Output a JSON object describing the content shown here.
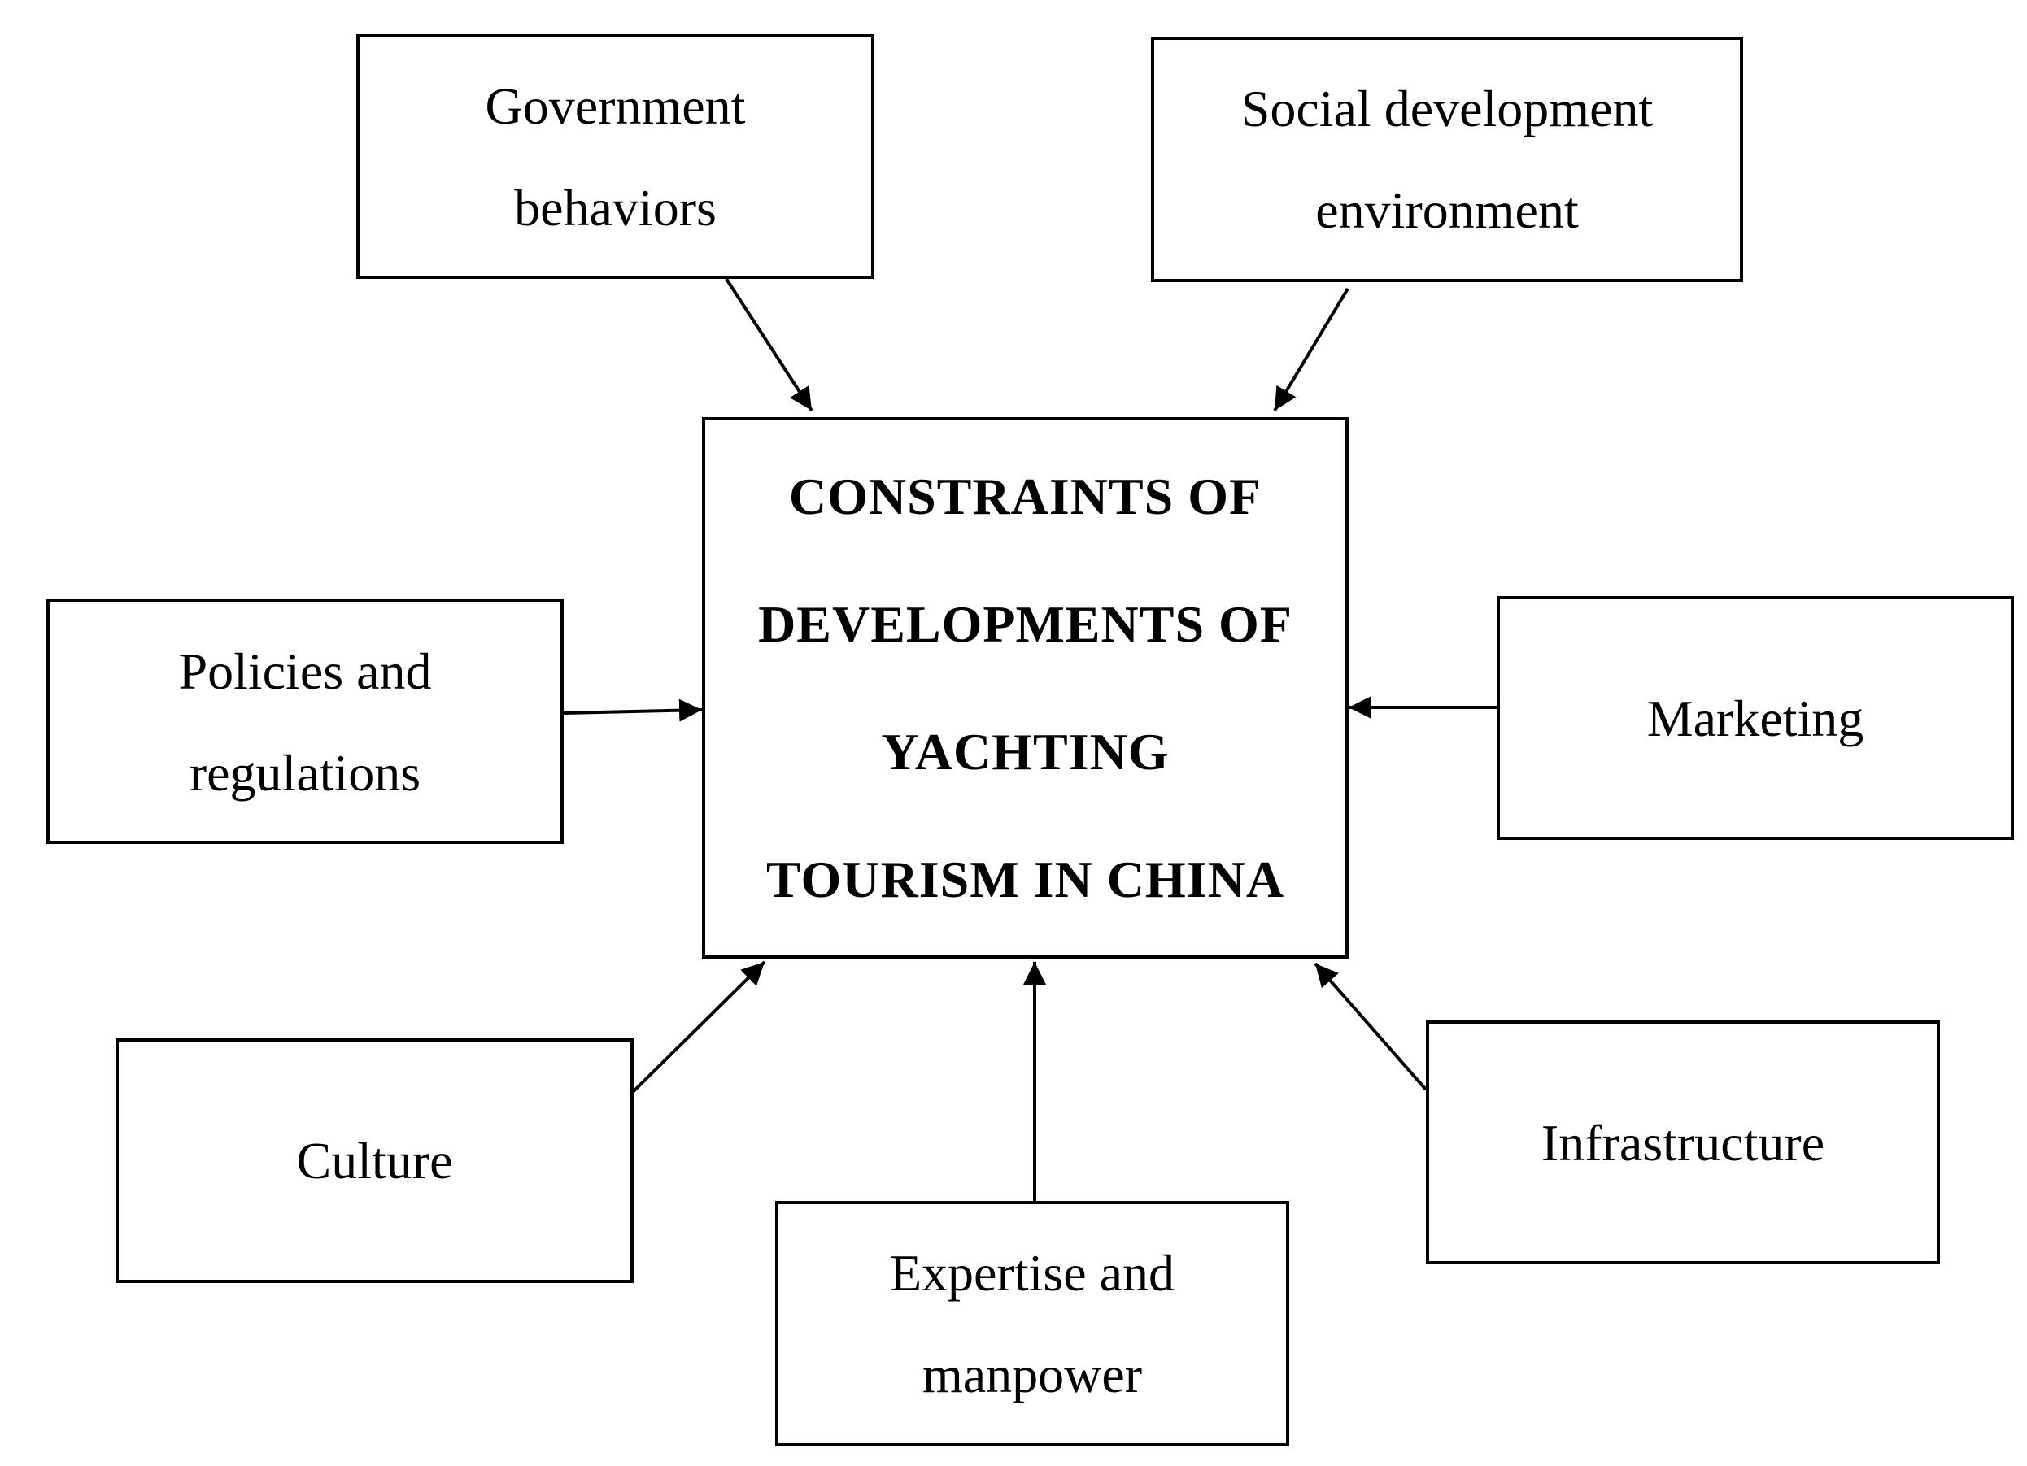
{
  "diagram": {
    "center": {
      "label": "CONSTRAINTS OF\nDEVELOPMENTS OF\nYACHTING\nTOURISM IN CHINA"
    },
    "factors": {
      "government": {
        "label": "Government\nbehaviors"
      },
      "social": {
        "label": "Social development\nenvironment"
      },
      "policies": {
        "label": "Policies and\nregulations"
      },
      "marketing": {
        "label": "Marketing"
      },
      "culture": {
        "label": "Culture"
      },
      "expertise": {
        "label": "Expertise and\nmanpower"
      },
      "infrastructure": {
        "label": "Infrastructure"
      }
    },
    "edges": [
      {
        "from": "government",
        "to": "center"
      },
      {
        "from": "social",
        "to": "center"
      },
      {
        "from": "policies",
        "to": "center"
      },
      {
        "from": "marketing",
        "to": "center"
      },
      {
        "from": "culture",
        "to": "center"
      },
      {
        "from": "expertise",
        "to": "center"
      },
      {
        "from": "infrastructure",
        "to": "center"
      }
    ],
    "colors": {
      "line": "#000000",
      "background": "#ffffff"
    }
  }
}
